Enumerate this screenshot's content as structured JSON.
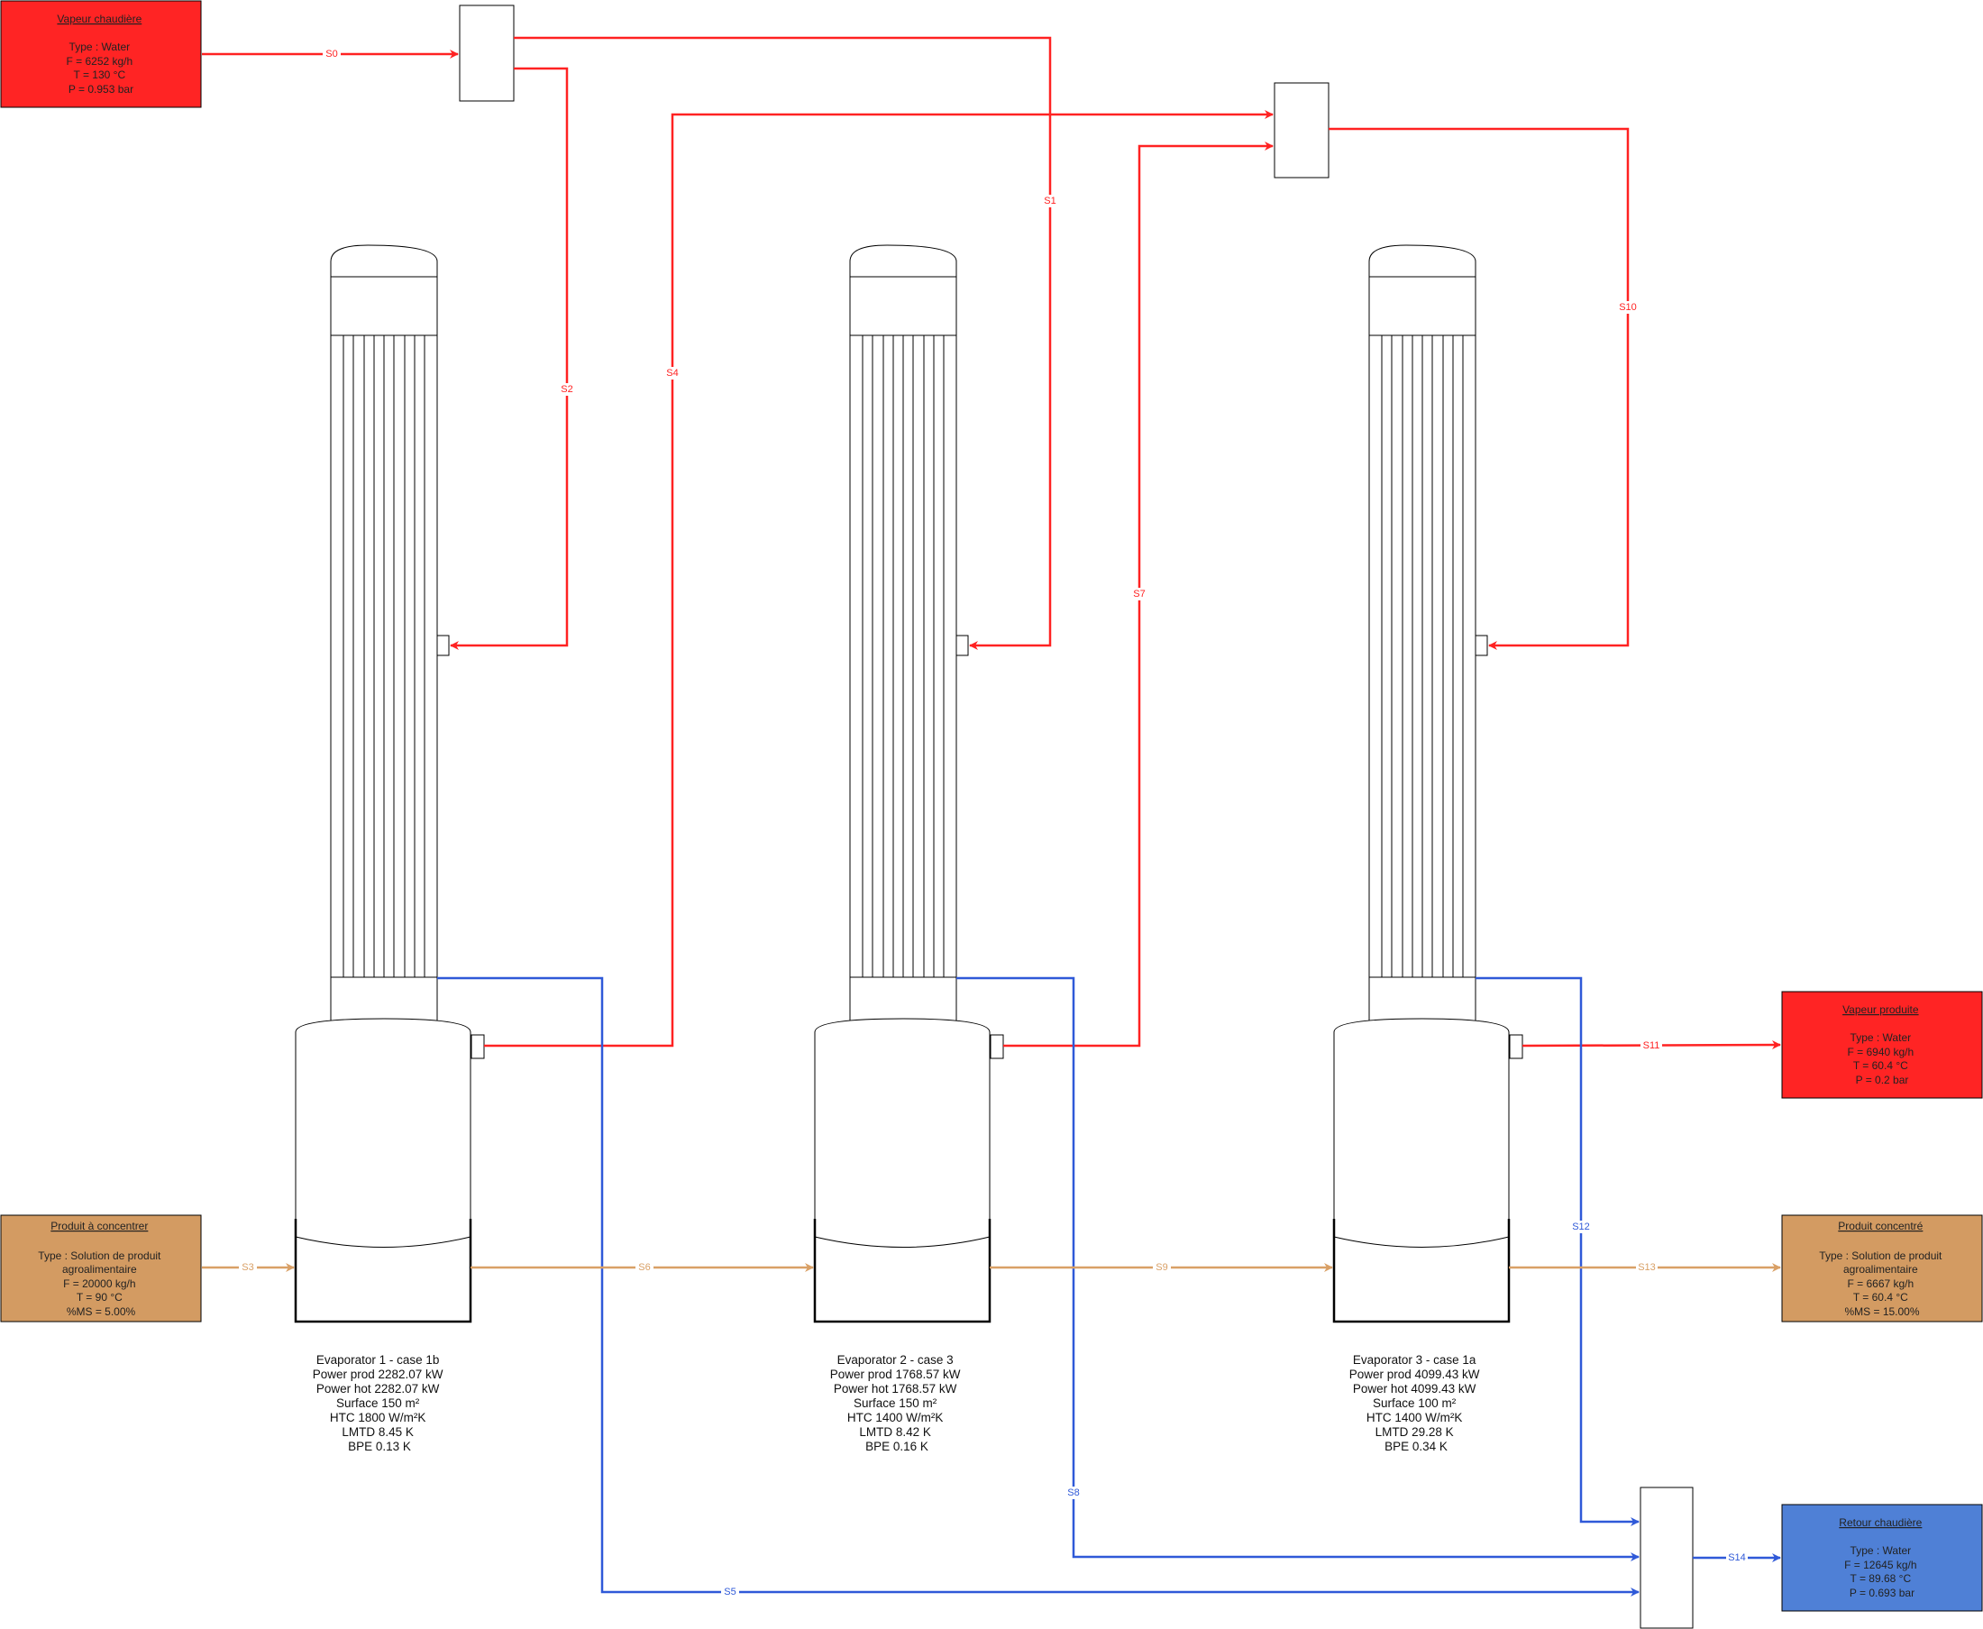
{
  "colors": {
    "steam": "#ff2222",
    "steam_box": "#ff2424",
    "product": "#d9a066",
    "product_box": "#d39b62",
    "return": "#2f59d8",
    "return_box": "#4f80d6",
    "outline": "#000000"
  },
  "streams": {
    "s0": "S0",
    "s1": "S1",
    "s2": "S2",
    "s3": "S3",
    "s4": "S4",
    "s5": "S5",
    "s6": "S6",
    "s7": "S7",
    "s8": "S8",
    "s9": "S9",
    "s10": "S10",
    "s11": "S11",
    "s12": "S12",
    "s13": "S13",
    "s14": "S14"
  },
  "boxes": {
    "vapeur_chaudiere": {
      "title": "Vapeur chaudière",
      "lines": [
        "Type : Water",
        "F = 6252 kg/h",
        "T = 130 °C",
        "P = 0.953 bar"
      ]
    },
    "produit_a_concentrer": {
      "title": "Produit à concentrer",
      "lines": [
        "Type : Solution de produit",
        "agroalimentaire",
        "F = 20000 kg/h",
        "T = 90 °C",
        "%MS = 5.00%"
      ]
    },
    "vapeur_produite": {
      "title": "Vapeur produite",
      "lines": [
        "Type : Water",
        "F = 6940 kg/h",
        "T = 60.4 °C",
        "P = 0.2 bar"
      ]
    },
    "produit_concentre": {
      "title": "Produit concentré",
      "lines": [
        "Type : Solution de produit",
        "agroalimentaire",
        "F = 6667 kg/h",
        "T = 60.4 °C",
        "%MS = 15.00%"
      ]
    },
    "retour_chaudiere": {
      "title": "Retour chaudière",
      "lines": [
        "Type : Water",
        "F = 12645 kg/h",
        "T = 89.68 °C",
        "P = 0.693 bar"
      ]
    }
  },
  "evaporators": [
    {
      "lines": [
        "Evaporator 1 - case 1b",
        "Power prod 2282.07 kW",
        "Power hot 2282.07 kW",
        "Surface 150 m²",
        "HTC 1800 W/m²K",
        "LMTD 8.45 K",
        "BPE 0.13 K"
      ]
    },
    {
      "lines": [
        "Evaporator 2 - case 3",
        "Power prod 1768.57 kW",
        "Power hot 1768.57 kW",
        "Surface 150 m²",
        "HTC 1400 W/m²K",
        "LMTD 8.42 K",
        "BPE 0.16 K"
      ]
    },
    {
      "lines": [
        "Evaporator 3 - case 1a",
        "Power prod 4099.43 kW",
        "Power hot 4099.43 kW",
        "Surface 100 m²",
        "HTC 1400 W/m²K",
        "LMTD 29.28 K",
        "BPE 0.34 K"
      ]
    }
  ]
}
